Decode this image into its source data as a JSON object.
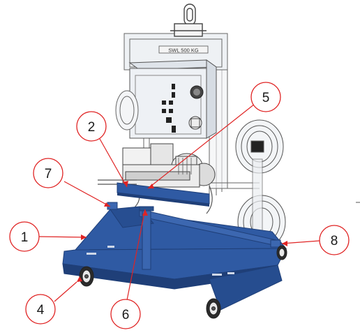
{
  "diagram": {
    "colors": {
      "leader": "#e02424",
      "callout_ring": "#e02424",
      "base_blue": "#2f5aa3",
      "base_blue_dark": "#1f3f78",
      "glass": "#e8ecf1",
      "outline": "#555555"
    },
    "callouts": [
      {
        "id": "c1",
        "label": "1"
      },
      {
        "id": "c2",
        "label": "2"
      },
      {
        "id": "c4",
        "label": "4"
      },
      {
        "id": "c5",
        "label": "5"
      },
      {
        "id": "c6",
        "label": "6"
      },
      {
        "id": "c7",
        "label": "7"
      },
      {
        "id": "c8",
        "label": "8"
      }
    ],
    "nameplate": "SWL 500 KG"
  }
}
